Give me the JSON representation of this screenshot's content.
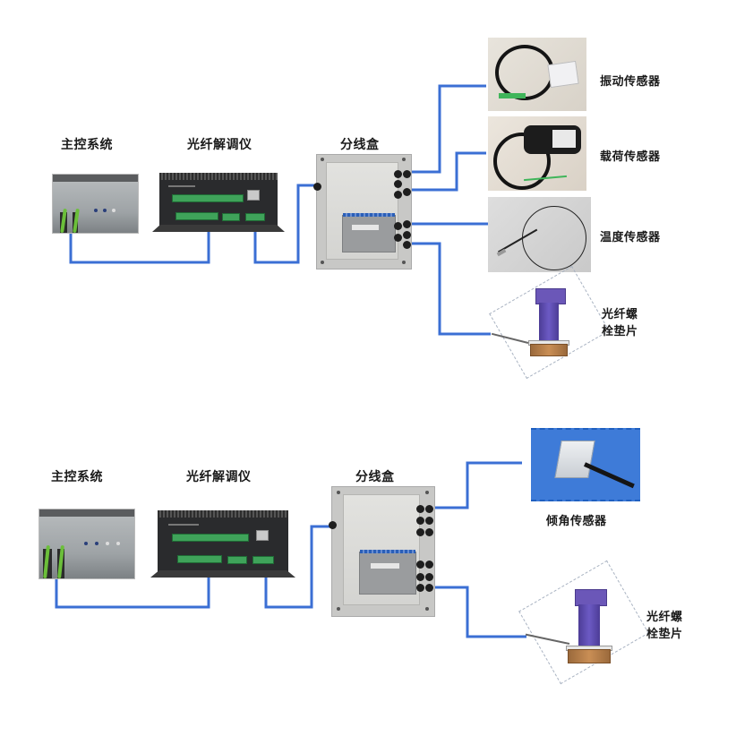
{
  "diagram_top": {
    "nodes": {
      "main_control": "主控系统",
      "demodulator": "光纤解调仪",
      "junction_box": "分线盒",
      "vibration_sensor": "振动传感器",
      "load_sensor": "载荷传感器",
      "temperature_sensor": "温度传感器",
      "bolt_washer": "光纤螺\n栓垫片"
    },
    "connections": [
      {
        "from": "main_control",
        "to": "demodulator"
      },
      {
        "from": "demodulator",
        "to": "junction_box"
      },
      {
        "from": "junction_box",
        "to": "vibration_sensor"
      },
      {
        "from": "junction_box",
        "to": "load_sensor"
      },
      {
        "from": "junction_box",
        "to": "temperature_sensor"
      },
      {
        "from": "junction_box",
        "to": "bolt_washer"
      }
    ]
  },
  "diagram_bottom": {
    "nodes": {
      "main_control": "主控系统",
      "demodulator": "光纤解调仪",
      "junction_box": "分线盒",
      "tilt_sensor": "倾角传感器",
      "bolt_washer": "光纤螺\n栓垫片"
    },
    "connections": [
      {
        "from": "main_control",
        "to": "demodulator"
      },
      {
        "from": "demodulator",
        "to": "junction_box"
      },
      {
        "from": "junction_box",
        "to": "tilt_sensor"
      },
      {
        "from": "junction_box",
        "to": "bolt_washer"
      }
    ]
  },
  "colors": {
    "connector_line": "#3b6fd4",
    "label_text": "#1a1a1a",
    "tilt_sensor_background": "#3e7bd8"
  }
}
